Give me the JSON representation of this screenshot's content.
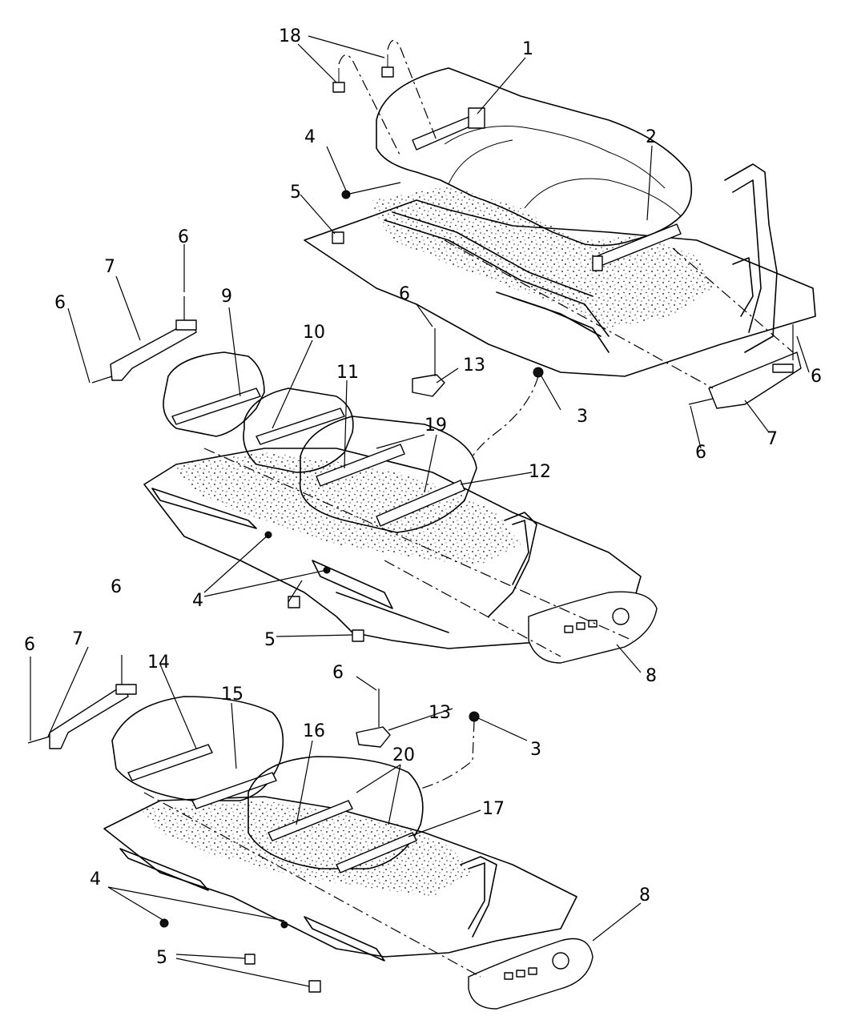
{
  "callouts": [
    {
      "id": "c1",
      "text": "1"
    },
    {
      "id": "c2",
      "text": "2"
    },
    {
      "id": "c3a",
      "text": "3"
    },
    {
      "id": "c3b",
      "text": "3"
    },
    {
      "id": "c4a",
      "text": "4"
    },
    {
      "id": "c4b",
      "text": "4"
    },
    {
      "id": "c4c",
      "text": "4"
    },
    {
      "id": "c5a",
      "text": "5"
    },
    {
      "id": "c5b",
      "text": "5"
    },
    {
      "id": "c5c",
      "text": "5"
    },
    {
      "id": "c6a",
      "text": "6"
    },
    {
      "id": "c6b",
      "text": "6"
    },
    {
      "id": "c6c",
      "text": "6"
    },
    {
      "id": "c6d",
      "text": "6"
    },
    {
      "id": "c6e",
      "text": "6"
    },
    {
      "id": "c6f",
      "text": "6"
    },
    {
      "id": "c6g",
      "text": "6"
    },
    {
      "id": "c6h",
      "text": "6"
    },
    {
      "id": "c7a",
      "text": "7"
    },
    {
      "id": "c7b",
      "text": "7"
    },
    {
      "id": "c7c",
      "text": "7"
    },
    {
      "id": "c8a",
      "text": "8"
    },
    {
      "id": "c8b",
      "text": "8"
    },
    {
      "id": "c9",
      "text": "9"
    },
    {
      "id": "c10",
      "text": "10"
    },
    {
      "id": "c11",
      "text": "11"
    },
    {
      "id": "c12",
      "text": "12"
    },
    {
      "id": "c13a",
      "text": "13"
    },
    {
      "id": "c13b",
      "text": "13"
    },
    {
      "id": "c14",
      "text": "14"
    },
    {
      "id": "c15",
      "text": "15"
    },
    {
      "id": "c16",
      "text": "16"
    },
    {
      "id": "c17",
      "text": "17"
    },
    {
      "id": "c18",
      "text": "18"
    },
    {
      "id": "c19",
      "text": "19"
    },
    {
      "id": "c20",
      "text": "20"
    }
  ]
}
